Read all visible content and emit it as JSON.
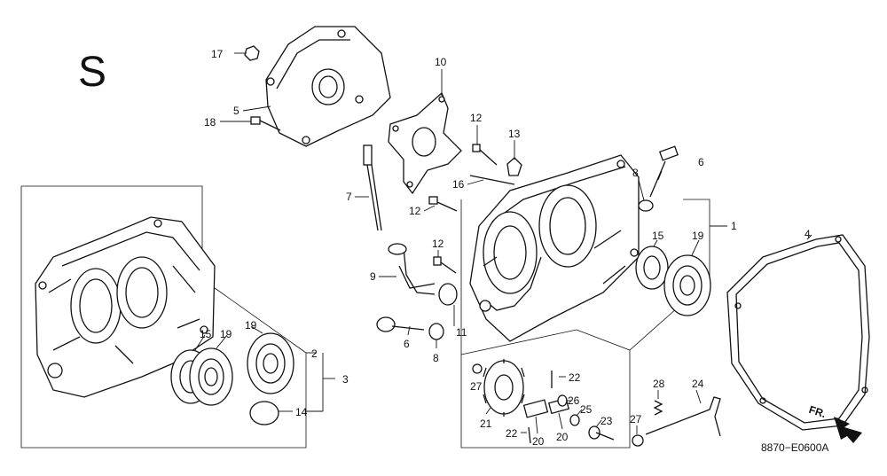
{
  "diagram": {
    "section_letter": "S",
    "code": "8870−E0600A",
    "direction_label": "FR.",
    "callouts": {
      "c1": "1",
      "c2": "2",
      "c3": "3",
      "c4": "4",
      "c5": "5",
      "c6a": "6",
      "c6b": "6",
      "c7": "7",
      "c8a": "8",
      "c8b": "8",
      "c9": "9",
      "c10": "10",
      "c11": "11",
      "c12a": "12",
      "c12b": "12",
      "c12c": "12",
      "c13": "13",
      "c14": "14",
      "c15a": "15",
      "c15b": "15",
      "c16": "16",
      "c17": "17",
      "c18": "18",
      "c19a": "19",
      "c19b": "19",
      "c19c": "19",
      "c20a": "20",
      "c20b": "20",
      "c21": "21",
      "c22a": "22",
      "c22b": "22",
      "c23": "23",
      "c24": "24",
      "c25": "25",
      "c26": "26",
      "c27a": "27",
      "c27b": "27",
      "c28": "28"
    }
  }
}
